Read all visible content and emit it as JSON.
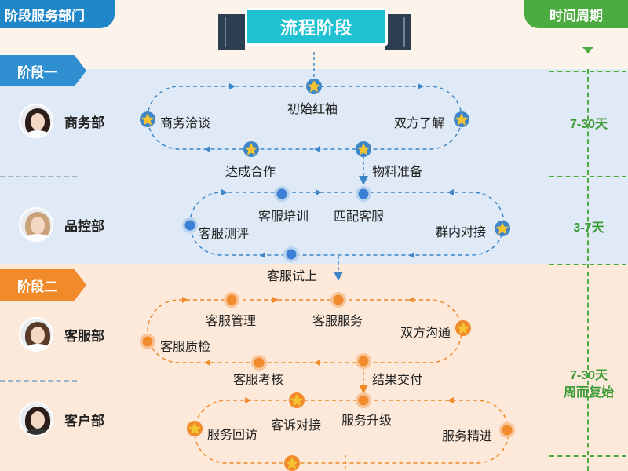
{
  "header": {
    "left_pill": "阶段服务部门",
    "right_pill": "时间周期",
    "title": "流程阶段"
  },
  "stages": [
    {
      "label": "阶段一"
    },
    {
      "label": "阶段二"
    }
  ],
  "departments": [
    {
      "name": "商务部"
    },
    {
      "name": "品控部"
    },
    {
      "name": "客服部"
    },
    {
      "name": "客户部"
    }
  ],
  "periods": [
    "7-30天",
    "3-7天",
    "7-30天",
    "周而复始"
  ],
  "loops": [
    {
      "department": "商务部",
      "nodes": [
        "初始红袖",
        "商务洽谈",
        "双方了解",
        "达成合作",
        "物料准备"
      ]
    },
    {
      "department": "品控部",
      "nodes": [
        "客服培训",
        "匹配客服",
        "客服测评",
        "群内对接",
        "客服试上"
      ]
    },
    {
      "department": "客服部",
      "nodes": [
        "客服管理",
        "客服服务",
        "客服质检",
        "双方沟通",
        "客服考核",
        "结果交付"
      ]
    },
    {
      "department": "客户部",
      "nodes": [
        "客诉对接",
        "服务升级",
        "服务回访",
        "服务精进"
      ]
    }
  ],
  "colors": {
    "blue_stage": "#2f8fd0",
    "orange_stage": "#f08a2a",
    "title_cyan": "#21c1d4",
    "timeline_green": "#4cab41",
    "node_blue": "#3b7fd6",
    "node_orange": "#f28a2e",
    "star_gold": "#f4c430"
  },
  "icons": [
    "star-icon",
    "circle-dot-icon",
    "avatar-icon",
    "arrow-down-icon"
  ]
}
